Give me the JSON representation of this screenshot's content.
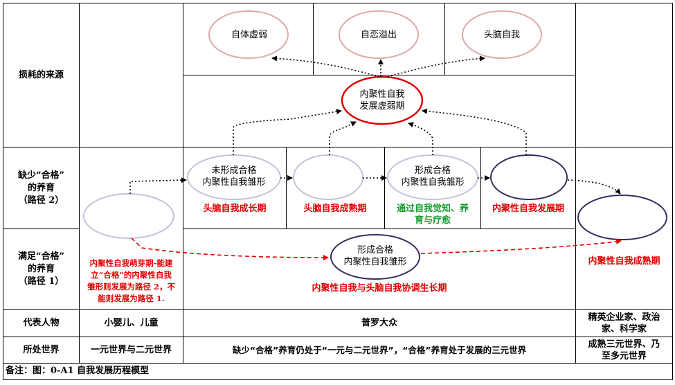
{
  "rows": {
    "source_label": "损耗的来源",
    "path2_label": "缺少“合格”\n的养育\n（路径 2）",
    "path1_label": "满足“合格”\n的养育\n（路径 1）",
    "representative_label": "代表人物",
    "world_label": "所处世界"
  },
  "nodes": {
    "body_weak": "自体虚弱",
    "narcissism": "自恋溢出",
    "head_self": "头脑自我",
    "inner_weak": "内聚性自我\n发展虚弱期",
    "unformed": "未形成合格\n内聚性自我雏形",
    "formed_top": "形成合格\n内聚性自我雏形",
    "formed_bottom": "形成合格\n内聚性自我雏形"
  },
  "stages": {
    "head_growth": "头脑自我成长期",
    "head_mature": "头脑自我成熟期",
    "awareness": "通过自我觉知、养\n育与疗愈",
    "inner_dev": "内聚性自我发展期",
    "sprout": "内聚性自我萌芽期-能建\n立“合格”的内聚性自我\n雏形则发展为路径 2，不\n能则发展为路径 1.",
    "coordinated": "内聚性自我与头脑自我协调生长期",
    "inner_mature": "内聚性自我成熟期"
  },
  "representatives": {
    "children": "小婴儿、儿童",
    "public": "普罗大众",
    "elite": "精英企业家、政治\n家、科学家"
  },
  "worlds": {
    "children": "一元世界与二元世界",
    "public": "缺少“合格”养育仍处于“一元与二元世界”，“合格”养育处于发展的三元世界",
    "elite": "成熟三元世界、乃\n至多元世界"
  },
  "note": "备注：图：0-A1 自我发展历程模型",
  "colors": {
    "pink": "#dfa9a9",
    "red": "#e00000",
    "lavender": "#c5c0dc",
    "purple": "#3c2a5e",
    "green": "#169c2e"
  }
}
